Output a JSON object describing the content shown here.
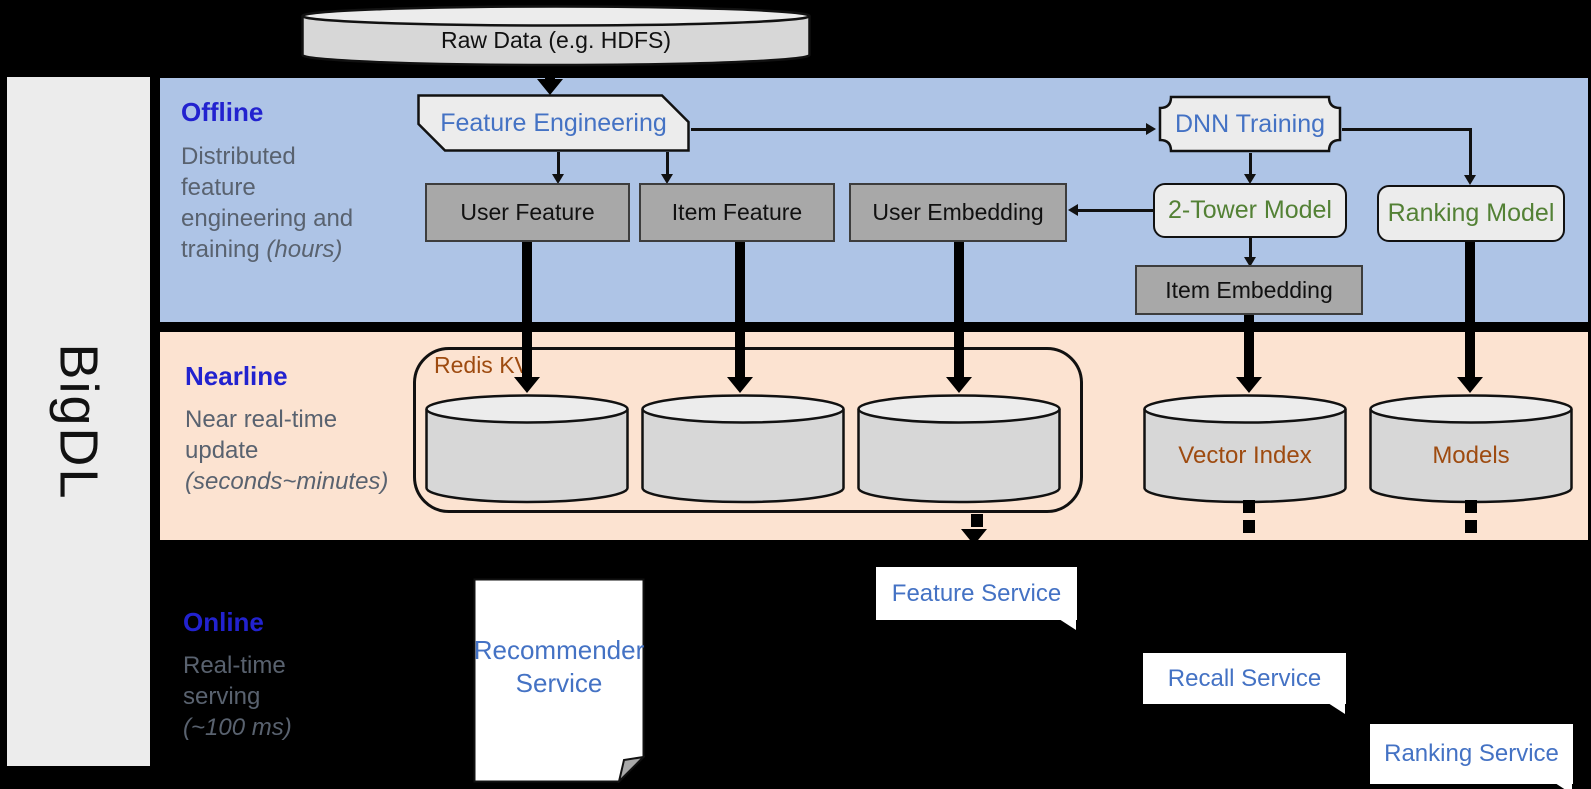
{
  "brand": {
    "label": "BigDL"
  },
  "colors": {
    "offline_band": "#aec4e6",
    "nearline_band": "#fce3d1",
    "sidebar": "#ececec",
    "section_title_blue": "#2222cf",
    "section_desc_gray": "#59626f",
    "node_text_blue": "#4472c4",
    "node_text_green": "#538135",
    "node_text_brown": "#9e4b10",
    "dark_box_fill": "#a8a8a8",
    "light_box_fill": "#ececec",
    "background": "#000000"
  },
  "sections": {
    "offline": {
      "title": "Offline",
      "desc": "Distributed\nfeature\nengineering and\ntraining",
      "desc_italic": "(hours)"
    },
    "nearline": {
      "title": "Nearline",
      "desc": "Near real-time\nupdate",
      "desc_italic": "(seconds~minutes)"
    },
    "online": {
      "title": "Online",
      "desc": "Real-time\nserving",
      "desc_italic": "(~100 ms)"
    }
  },
  "nodes": {
    "raw_data": "Raw Data (e.g. HDFS)",
    "feature_engineering": "Feature Engineering",
    "dnn_training": "DNN Training",
    "user_feature": "User Feature",
    "item_feature": "Item Feature",
    "user_embedding": "User Embedding",
    "two_tower_model": "2-Tower Model",
    "ranking_model": "Ranking Model",
    "item_embedding": "Item Embedding",
    "redis_kv": "Redis KV",
    "vector_index": "Vector Index",
    "models": "Models",
    "recommender_service": "Recommender Service",
    "feature_service": "Feature Service",
    "recall_service": "Recall Service",
    "ranking_service": "Ranking Service"
  }
}
